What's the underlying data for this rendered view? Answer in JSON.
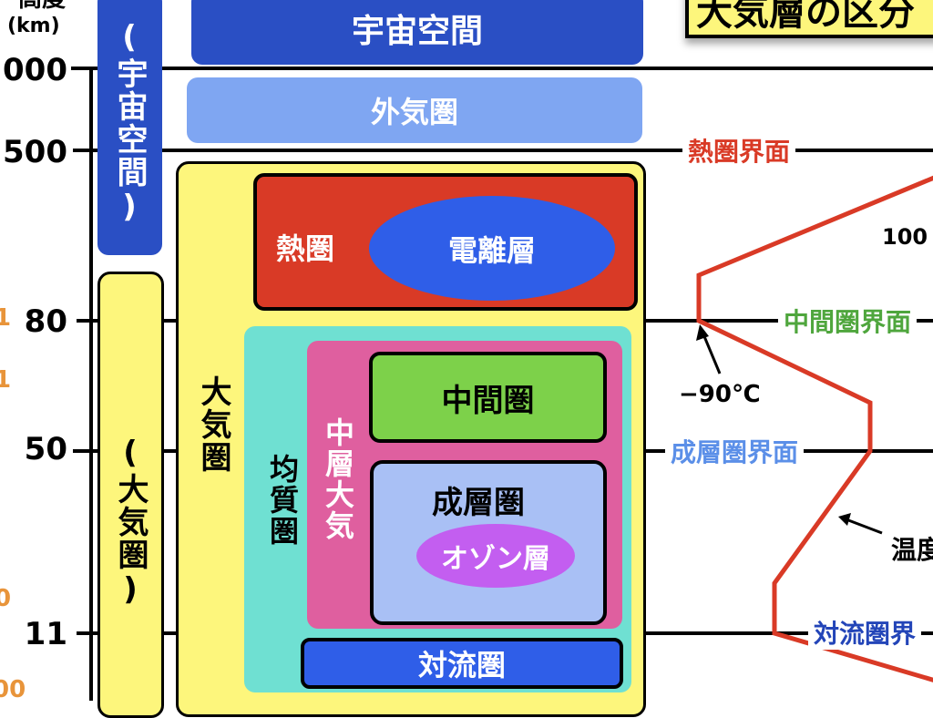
{
  "title": "大気層の区分",
  "axis": {
    "top_label_cut": "高度",
    "unit": "(km)",
    "ticks": [
      "000",
      "500",
      "80",
      "50",
      "11"
    ]
  },
  "left_edge_partial": [
    "1",
    "1",
    "0",
    "00"
  ],
  "regions": {
    "space_top": "宇宙空間",
    "space_side": "(宇宙空間)",
    "exosphere": "外気圏",
    "atmosphere_side": "(大気圏)",
    "atmosphere": "大気圏",
    "thermosphere": "熱圏",
    "ionosphere": "電離層",
    "homosphere": "均質圏",
    "middle_atmosphere": "中層大気",
    "mesosphere": "中間圏",
    "stratosphere": "成層圏",
    "ozone_layer": "オゾン層",
    "troposphere": "対流圏"
  },
  "boundaries": {
    "thermopause": "熱圏界面",
    "mesopause": "中間圏界面",
    "stratopause": "成層圏界面",
    "tropopause": "対流圏界"
  },
  "temperature": {
    "label": "温度",
    "min_label": "−90℃",
    "high_label": "100"
  },
  "colors": {
    "space_blue": "#2a4fc4",
    "exosphere": "#7fa6f2",
    "yellow": "#fdf67c",
    "thermosphere": "#d93a26",
    "ionosphere": "#2f5ee8",
    "homosphere": "#6fe0d2",
    "middle_atmosphere": "#df5f9f",
    "mesosphere": "#7dd14a",
    "stratosphere": "#a9c0f5",
    "ozone": "#c35ef0",
    "temp_line": "#d93a26"
  }
}
